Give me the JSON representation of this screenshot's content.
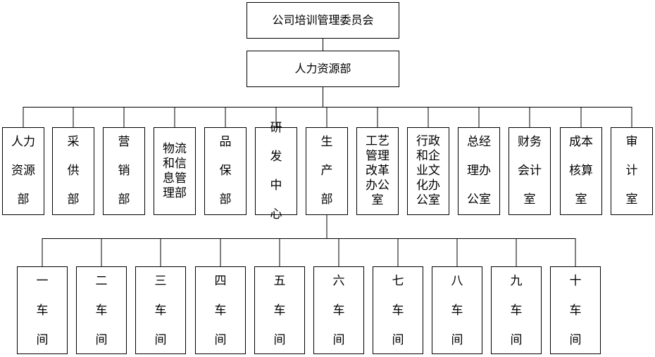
{
  "top": {
    "label": "公司培训管理委员会"
  },
  "hr": {
    "label": "人力资源部"
  },
  "departments": [
    {
      "label": "人力资源部"
    },
    {
      "label": "采供部"
    },
    {
      "label": "营销部"
    },
    {
      "label": "物流和信息管理部"
    },
    {
      "label": "品保部"
    },
    {
      "label": "研发中心"
    },
    {
      "label": "生产部"
    },
    {
      "label": "工艺管理改革办公室"
    },
    {
      "label": "行政和企业文化办公室"
    },
    {
      "label": "总经理办公室"
    },
    {
      "label": "财务会计室"
    },
    {
      "label": "成本核算室"
    },
    {
      "label": "审计室"
    }
  ],
  "workshops": [
    {
      "label": "一车间"
    },
    {
      "label": "二车间"
    },
    {
      "label": "三车间"
    },
    {
      "label": "四车间"
    },
    {
      "label": "五车间"
    },
    {
      "label": "六车间"
    },
    {
      "label": "七车间"
    },
    {
      "label": "八车间"
    },
    {
      "label": "九车间"
    },
    {
      "label": "十车间"
    }
  ]
}
